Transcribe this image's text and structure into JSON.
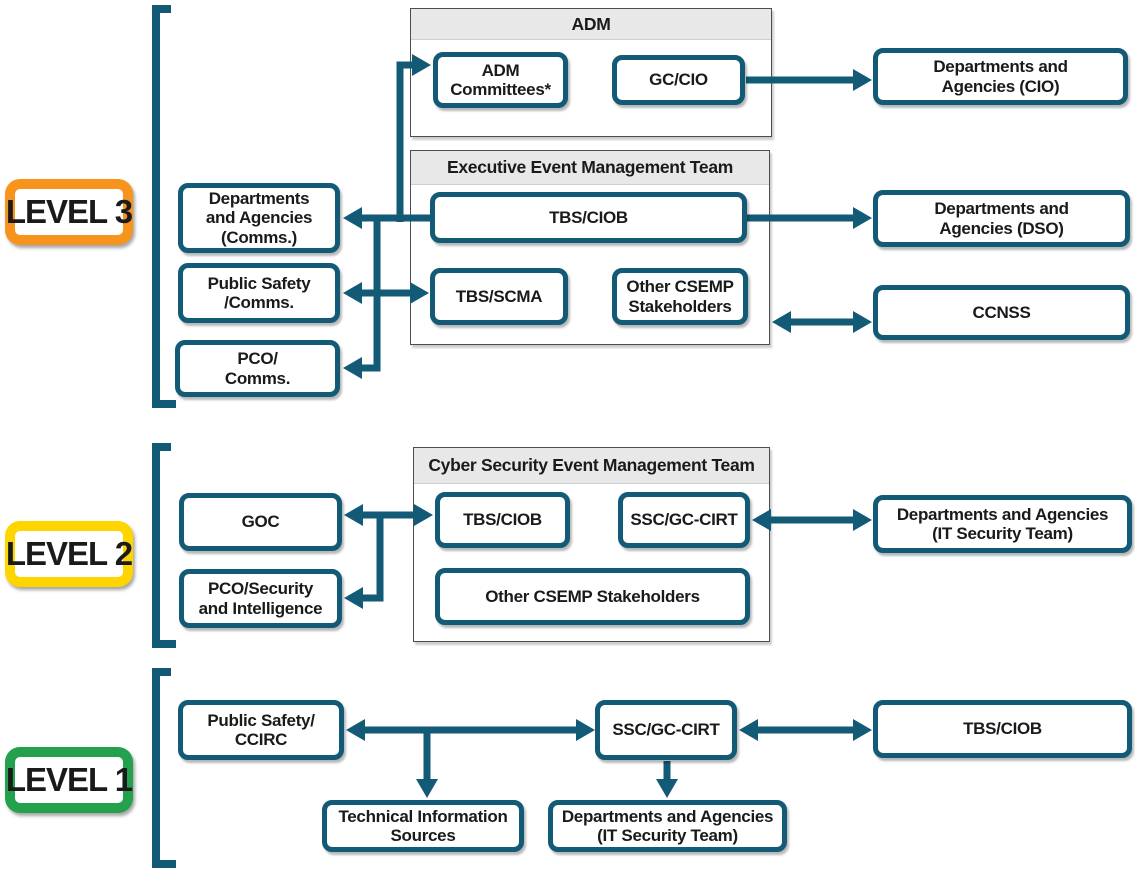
{
  "palette": {
    "teal": "#135a77",
    "orange": "#f7941e",
    "yellow": "#ffd500",
    "green": "#23a14d",
    "containerHeader": "#e8e8e8",
    "containerBorder": "#4d4d4d",
    "text": "#1a1a1a"
  },
  "level3": {
    "badge": "LEVEL 3",
    "adm_group_title": "ADM",
    "exec_group_title": "Executive Event Management Team",
    "nodes": {
      "adm_committees": "ADM\nCommittees*",
      "gc_cio": "GC/CIO",
      "tbs_ciob": "TBS/CIOB",
      "tbs_scma": "TBS/SCMA",
      "other_csemp": "Other CSEMP\nStakeholders",
      "dept_comms": "Departments\nand Agencies\n(Comms.)",
      "ps_comms": "Public Safety\n/Comms.",
      "pco_comms": "PCO/\nComms.",
      "dept_cio": "Departments and\nAgencies (CIO)",
      "dept_dso": "Departments and\nAgencies (DSO)",
      "ccnss": "CCNSS"
    }
  },
  "level2": {
    "badge": "LEVEL 2",
    "group_title": "Cyber Security Event Management Team",
    "nodes": {
      "goc": "GOC",
      "pco_sec": "PCO/Security\nand Intelligence",
      "tbs_ciob": "TBS/CIOB",
      "ssc_gc_cirt": "SSC/GC-CIRT",
      "other_csemp": "Other CSEMP Stakeholders",
      "dept_it": "Departments and Agencies\n(IT Security Team)"
    }
  },
  "level1": {
    "badge": "LEVEL 1",
    "nodes": {
      "ps_ccirc": "Public Safety/\nCCIRC",
      "ssc_gc_cirt": "SSC/GC-CIRT",
      "tbs_ciob": "TBS/CIOB",
      "tech_info": "Technical Information\nSources",
      "dept_it": "Departments and Agencies\n(IT Security Team)"
    }
  }
}
